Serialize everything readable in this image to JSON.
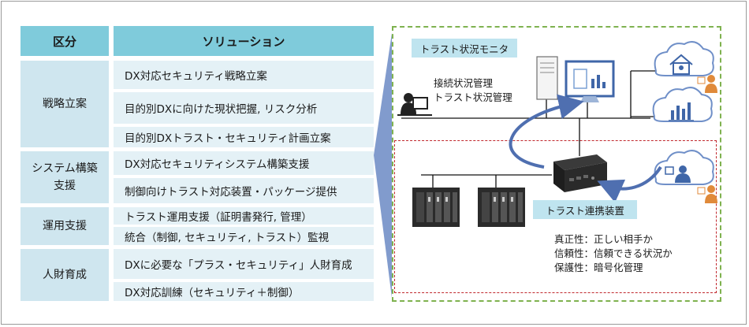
{
  "table": {
    "header_category": "区分",
    "header_solution": "ソリューション",
    "rows": [
      {
        "category": "戦略立案",
        "solutions": [
          "DX対応セキュリティ戦略立案",
          "目的別DXに向けた現状把握, リスク分析",
          "目的別DXトラスト・セキュリティ計画立案"
        ]
      },
      {
        "category": "システム構築\n支援",
        "solutions": [
          "DX対応セキュリティシステム構築支援",
          "制御向けトラスト対応装置・パッケージ提供"
        ]
      },
      {
        "category": "運用支援",
        "solutions": [
          "トラスト運用支援（証明書発行, 管理）",
          "統合（制御, セキュリティ, トラスト）監視"
        ]
      },
      {
        "category": "人財育成",
        "solutions": [
          "DXに必要な「プラス・セキュリティ」人財育成",
          "DX対応訓練（セキュリティ＋制御）"
        ]
      }
    ]
  },
  "diagram": {
    "monitor_label": "トラスト状況モニタ",
    "monitor_desc_1": "接続状況管理",
    "monitor_desc_2": "トラスト状況管理",
    "device_label": "トラスト連携装置",
    "properties": [
      "真正性：正しい相手か",
      "信頼性：信頼できる状況か",
      "保護性：暗号化管理"
    ]
  },
  "colors": {
    "header": "#7fcbdb",
    "category": "#cfe6ef",
    "solution": "#e4f1f6",
    "arrow": "#4f6fb0",
    "outer_dash": "#7fb24f",
    "inner_dash": "#c0282d"
  }
}
